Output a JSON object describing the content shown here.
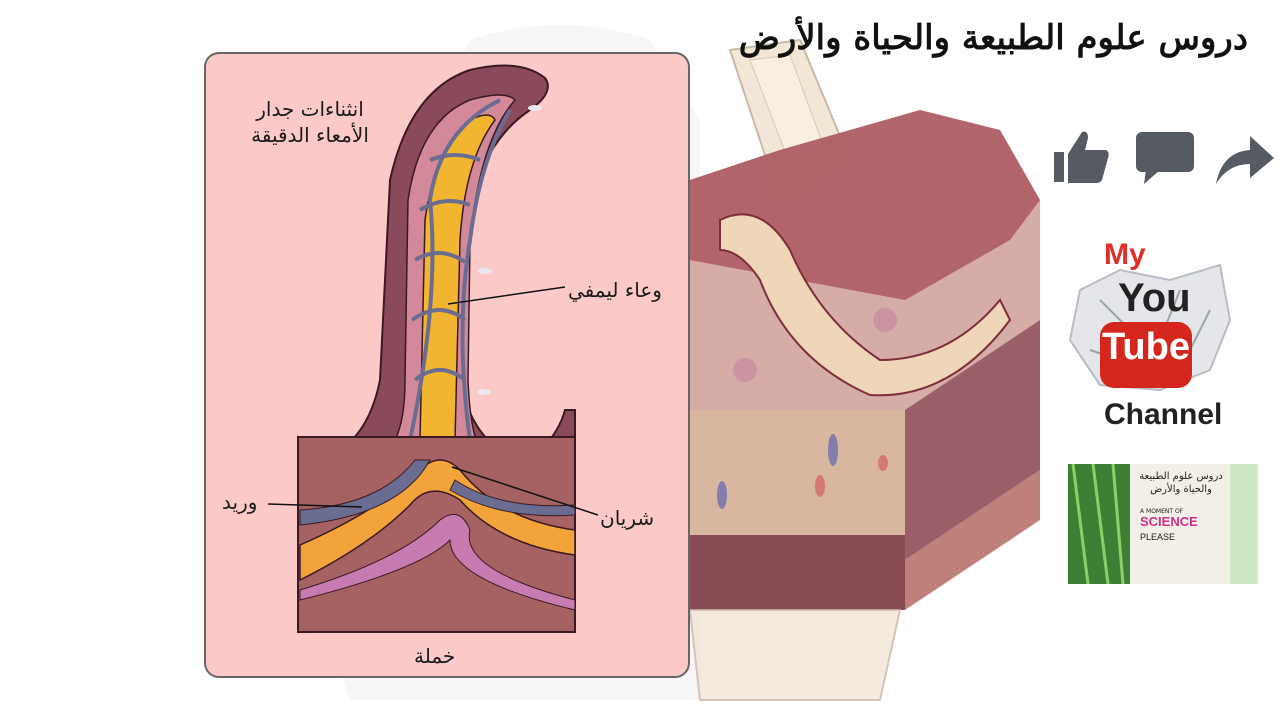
{
  "header": {
    "title": "دروس علوم الطبيعة والحياة والأرض"
  },
  "diagram": {
    "labels": {
      "wall_folds": "انثناءات جدار الأمعاء الدقيقة",
      "lymph_vessel": "وعاء ليمفي",
      "artery": "شريان",
      "vein": "وريد",
      "villus": "خملة"
    }
  },
  "social": {
    "icons": [
      "like-icon",
      "comment-icon",
      "share-icon"
    ]
  },
  "youtube_badge": {
    "my": "My",
    "you": "You",
    "tube": "Tube",
    "channel": "Channel"
  },
  "thumbnail": {
    "title": "دروس علوم الطبيعة والحياة والأرض",
    "line1": "A MOMENT OF",
    "line2": "SCIENCE",
    "line3": "PLEASE"
  },
  "colors": {
    "panel_bg": "#fcc9c9",
    "tissue": "#8b4a5c",
    "artery": "#d6432f",
    "vein": "#6a6c92",
    "lymph": "#f2b530",
    "youtube_red": "#d5261e",
    "icon_gray": "#555a63"
  }
}
